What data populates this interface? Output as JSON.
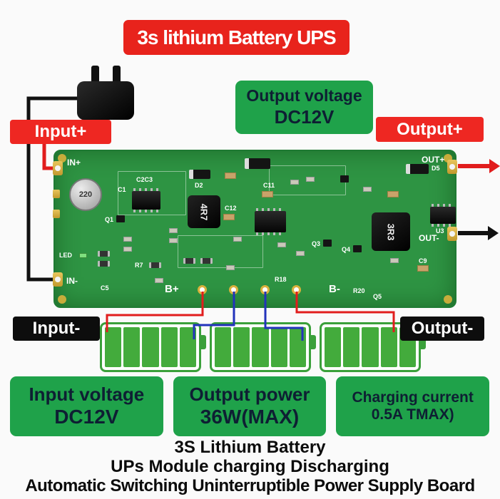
{
  "banner": {
    "title": "3s lithium Battery UPS"
  },
  "badges": {
    "output_voltage": {
      "line1": "Output voltage",
      "line2": "DC12V"
    }
  },
  "io_labels": {
    "input_plus": "Input+",
    "output_plus": "Output+",
    "input_minus": "Input-",
    "output_minus": "Output-"
  },
  "board": {
    "silk": {
      "in_plus": "IN+",
      "in_minus": "IN-",
      "out_plus": "OUT+",
      "out_minus": "OUT-",
      "b_plus": "B+",
      "b_minus": "B-",
      "cap220": "220",
      "inductor1": "4R7",
      "inductor2": "3R3",
      "led": "LED",
      "c1": "C1",
      "c2c3": "C2C3",
      "c5": "C5",
      "c9": "C9",
      "c11": "C11",
      "c12": "C12",
      "d2": "D2",
      "d5": "D5",
      "q1": "Q1",
      "q3": "Q3",
      "q4": "Q4",
      "q5": "Q5",
      "r7": "R7",
      "r18": "R18",
      "r20": "R20",
      "u3": "U3"
    }
  },
  "info_boxes": [
    {
      "line1": "Input voltage",
      "line2": "DC12V"
    },
    {
      "line1": "Output power",
      "line2": "36W(MAX)"
    },
    {
      "line1": "Charging current",
      "line2": "0.5A TMAX)"
    }
  ],
  "footer": {
    "line1": "3S Lithium Battery",
    "line2": "UPs Module charging Discharging",
    "line3": "Automatic Switching Uninterruptible Power Supply Board"
  },
  "colors": {
    "banner_red": "#e8231c",
    "label_red": "#ee2722",
    "green": "#1fa24a",
    "pcb_green": "#2e9443",
    "battery_green": "#43ab3c",
    "wire_red": "#e11d1d",
    "wire_black": "#111111",
    "wire_blue": "#2233bb"
  }
}
